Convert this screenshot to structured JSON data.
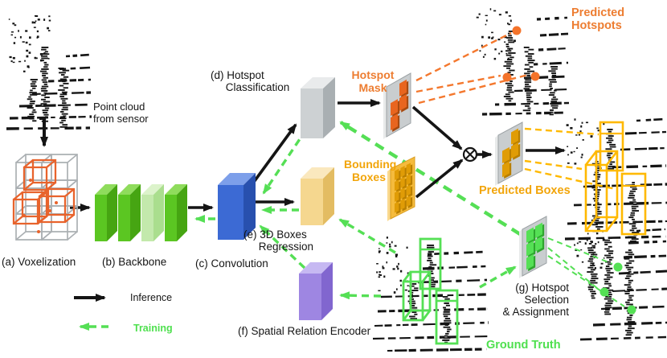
{
  "stages": {
    "voxelization": "(a) Voxelization",
    "backbone": "(b) Backbone",
    "convolution": "(c) Convolution",
    "hotspot_classification": "(d) Hotspot\n     Classification",
    "boxes_regression": "(e) 3D Boxes\n     Regression",
    "spatial_relation_encoder": "(f) Spatial Relation Encoder",
    "hotspot_selection": "(g) Hotspot\nSelection\n& Assignment"
  },
  "annotations": {
    "point_cloud_from_sensor": "Point cloud\nfrom sensor",
    "hotspot_mask": "Hotspot\nMask",
    "bounding_boxes": "Bounding\nBoxes",
    "predicted_boxes": "Predicted Boxes",
    "predicted_hotspots": "Predicted\nHotspots",
    "ground_truth": "Ground Truth"
  },
  "legend": {
    "inference": "Inference",
    "training": "Training"
  },
  "colors": {
    "ink": "#151515",
    "orange_text": "#ED7D31",
    "gold_text": "#F2A50A",
    "green_text": "#4FE04F",
    "green_arrow": "#55DF55",
    "orange_line": "#F4782E",
    "gold_wire": "#FFB900",
    "dot_orange": "#F4732A",
    "dot_green": "#55E055",
    "blue": {
      "front": "#3C6AD4",
      "top": "#7D9FEA",
      "side": "#2850AE"
    },
    "green_block": {
      "front": "#5BC622",
      "top": "#8FDC5C",
      "side": "#46A512"
    },
    "green_light": {
      "front": "#C3E9AC",
      "top": "#DCF3CB",
      "side": "#AADE8E"
    },
    "gray_block": {
      "front": "#CDD1D3",
      "top": "#E9EBEC",
      "side": "#A9AFB2"
    },
    "yellow_block": {
      "front": "#F5D78F",
      "top": "#FAE8BE",
      "side": "#E3BC62"
    },
    "purple_block": {
      "front": "#9E86E2",
      "top": "#C6B8F2",
      "side": "#8166CF"
    },
    "panel": {
      "gray": "#C9CDCF",
      "gray_edge": "#9BA1A4",
      "gray_strip": "#E8EAEA",
      "gold": "#F5BB3D",
      "gold_edge": "#D89C20",
      "gold_strip": "#FAD98E",
      "cell_gold": "#E09C06",
      "cell_gold_dark": "#B97F00",
      "cell_orange": "#E8651F",
      "cell_orange_dark": "#A84A10",
      "cell_green": "#55E055",
      "cell_green_dark": "#2FA52F"
    },
    "wire": {
      "gray": "#ABB0B3",
      "orange": "#E8632C"
    }
  }
}
